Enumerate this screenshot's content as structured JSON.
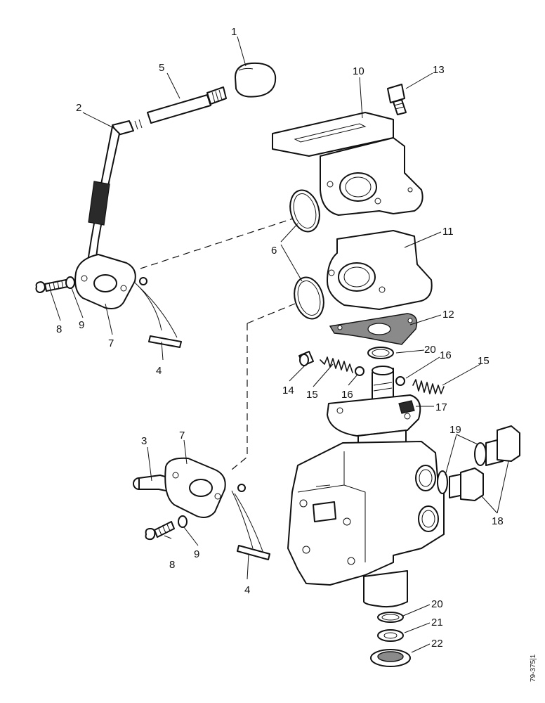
{
  "diagram": {
    "labels": [
      {
        "id": "1",
        "text": "1"
      },
      {
        "id": "2",
        "text": "2"
      },
      {
        "id": "3",
        "text": "3"
      },
      {
        "id": "4a",
        "text": "4"
      },
      {
        "id": "4b",
        "text": "4"
      },
      {
        "id": "5",
        "text": "5"
      },
      {
        "id": "6",
        "text": "6"
      },
      {
        "id": "7a",
        "text": "7"
      },
      {
        "id": "7b",
        "text": "7"
      },
      {
        "id": "8a",
        "text": "8"
      },
      {
        "id": "8b",
        "text": "8"
      },
      {
        "id": "9a",
        "text": "9"
      },
      {
        "id": "9b",
        "text": "9"
      },
      {
        "id": "10",
        "text": "10"
      },
      {
        "id": "11",
        "text": "11"
      },
      {
        "id": "12",
        "text": "12"
      },
      {
        "id": "13",
        "text": "13"
      },
      {
        "id": "14",
        "text": "14"
      },
      {
        "id": "15a",
        "text": "15"
      },
      {
        "id": "15b",
        "text": "15"
      },
      {
        "id": "16a",
        "text": "16"
      },
      {
        "id": "16b",
        "text": "16"
      },
      {
        "id": "17",
        "text": "17"
      },
      {
        "id": "18",
        "text": "18"
      },
      {
        "id": "19",
        "text": "19"
      },
      {
        "id": "20a",
        "text": "20"
      },
      {
        "id": "20b",
        "text": "20"
      },
      {
        "id": "21",
        "text": "21"
      },
      {
        "id": "22",
        "text": "22"
      }
    ],
    "drawing_code": "79-375|1"
  }
}
